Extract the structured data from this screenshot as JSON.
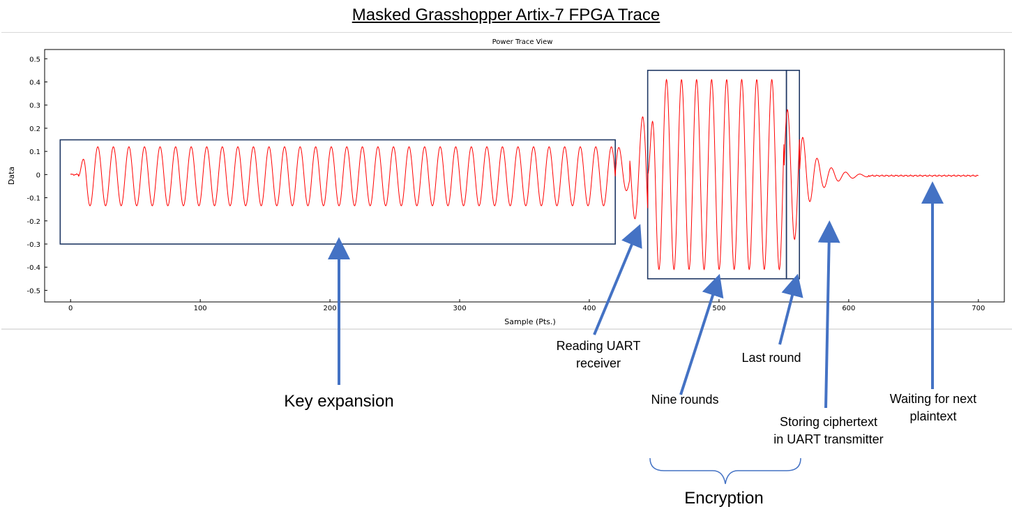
{
  "figure_title": "Masked Grasshopper Artix-7 FPGA Trace",
  "chart_data": {
    "type": "line",
    "title": "Power Trace View",
    "xlabel": "Sample (Pts.)",
    "ylabel": "Data",
    "xlim": [
      -20,
      720
    ],
    "ylim": [
      -0.55,
      0.54
    ],
    "x_ticks": [
      0,
      100,
      200,
      300,
      400,
      500,
      600,
      700
    ],
    "y_ticks": [
      -0.5,
      -0.4,
      -0.3,
      -0.2,
      -0.1,
      0,
      0.1,
      0.2,
      0.3,
      0.4,
      0.5
    ],
    "y_tick_labels": [
      "-0.5",
      "-0.4",
      "-0.3",
      "-0.2",
      "-0.1",
      "0",
      "0.1",
      "0.2",
      "0.3",
      "0.4",
      "0.5"
    ],
    "grid": false,
    "series": [
      {
        "color": "#ff0000",
        "segments": [
          {
            "x_start": 0,
            "x_end": 6,
            "kind": "flat",
            "value": 0
          },
          {
            "x_start": 6,
            "x_end": 420,
            "kind": "oscillation",
            "period": 12,
            "peak": 0.12,
            "trough": -0.135
          },
          {
            "x_start": 420,
            "x_end": 445,
            "kind": "transition",
            "peak": 0.28,
            "trough": -0.3
          },
          {
            "x_start": 445,
            "x_end": 550,
            "kind": "oscillation",
            "period": 11.6,
            "peak": 0.41,
            "trough": -0.41
          },
          {
            "x_start": 550,
            "x_end": 562,
            "kind": "last_round",
            "peak": 0.28,
            "trough": -0.28
          },
          {
            "x_start": 562,
            "x_end": 615,
            "kind": "decay",
            "peak": 0.18,
            "trough": -0.21
          },
          {
            "x_start": 615,
            "x_end": 700,
            "kind": "flat",
            "value": -0.005
          }
        ]
      }
    ],
    "boxes": [
      {
        "name": "key-expansion-box",
        "x": [
          -8,
          420
        ],
        "y": [
          -0.3,
          0.15
        ]
      },
      {
        "name": "nine-rounds-box",
        "x": [
          445,
          552
        ],
        "y": [
          -0.45,
          0.45
        ]
      },
      {
        "name": "last-round-box",
        "x": [
          552,
          562
        ],
        "y": [
          -0.45,
          0.45
        ]
      }
    ]
  },
  "annotations": {
    "key_expansion": "Key expansion",
    "reading_uart_line1": "Reading UART",
    "reading_uart_line2": "receiver",
    "nine_rounds": "Nine rounds",
    "last_round": "Last round",
    "storing_line1": "Storing ciphertext",
    "storing_line2": "in UART transmitter",
    "waiting_line1": "Waiting for next",
    "waiting_line2": "plaintext",
    "encryption": "Encryption"
  },
  "colors": {
    "trace": "#ff0000",
    "box": "#203864",
    "arrow": "#4472c4",
    "brace": "#4472c4",
    "axis": "#000000"
  }
}
